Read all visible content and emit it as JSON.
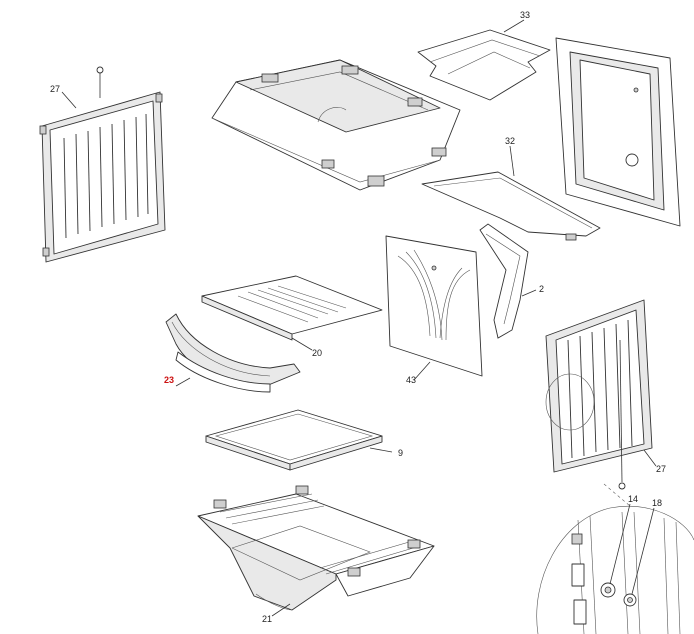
{
  "callouts": [
    {
      "id": "c27a",
      "label": "27",
      "highlight": false
    },
    {
      "id": "c33",
      "label": "33",
      "highlight": false
    },
    {
      "id": "c32",
      "label": "32",
      "highlight": false
    },
    {
      "id": "c2",
      "label": "2",
      "highlight": false
    },
    {
      "id": "c20",
      "label": "20",
      "highlight": false
    },
    {
      "id": "c23",
      "label": "23",
      "highlight": true
    },
    {
      "id": "c43",
      "label": "43",
      "highlight": false
    },
    {
      "id": "c9",
      "label": "9",
      "highlight": false
    },
    {
      "id": "c27b",
      "label": "27",
      "highlight": false
    },
    {
      "id": "c14",
      "label": "14",
      "highlight": false
    },
    {
      "id": "c18",
      "label": "18",
      "highlight": false
    },
    {
      "id": "c21",
      "label": "21",
      "highlight": false
    }
  ],
  "colors": {
    "line": "#333333",
    "highlight": "#cc1111",
    "background": "#ffffff"
  }
}
